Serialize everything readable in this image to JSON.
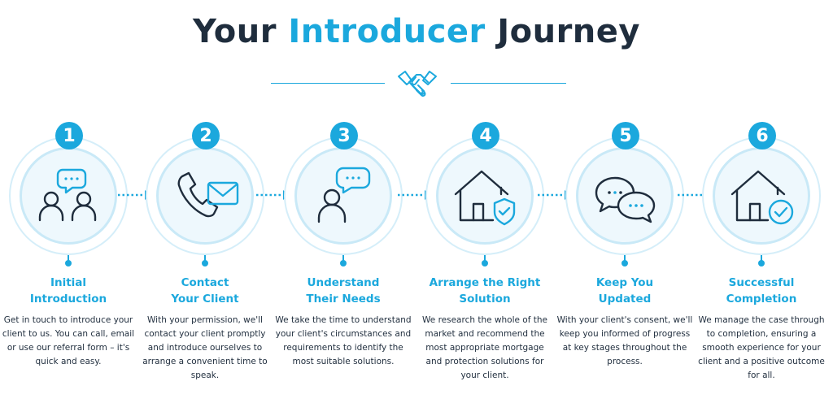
{
  "header": {
    "title_prefix": "Your",
    "title_accent": "Introducer",
    "title_suffix": "Journey"
  },
  "colors": {
    "accent": "#1ba8dd",
    "text": "#1f2d3d",
    "ring": "#d5eef9"
  },
  "steps": [
    {
      "number": "1",
      "title_lines": [
        "Initial",
        "Introduction"
      ],
      "icon": "two-people-chat-icon",
      "description": "Get in touch to introduce your client to us. You can call, email or use our referral form – it's quick and easy."
    },
    {
      "number": "2",
      "title_lines": [
        "Contact",
        "Your Client"
      ],
      "icon": "phone-email-icon",
      "description": "With your permission, we'll contact your client promptly and introduce ourselves to arrange a convenient time to speak."
    },
    {
      "number": "3",
      "title_lines": [
        "Understand",
        "Their Needs"
      ],
      "icon": "person-chat-icon",
      "description": "We take the time to understand your client's circumstances and requirements to identify the most suitable solutions."
    },
    {
      "number": "4",
      "title_lines": [
        "Arrange the Right",
        "Solution"
      ],
      "icon": "house-shield-icon",
      "description": "We research the whole of the market and recommend the most appropriate mortgage and protection solutions for your client."
    },
    {
      "number": "5",
      "title_lines": [
        "Keep You",
        "Updated"
      ],
      "icon": "chat-bubbles-icon",
      "description": "With your client's consent, we'll keep you informed of progress at key stages throughout the process."
    },
    {
      "number": "6",
      "title_lines": [
        "Successful",
        "Completion"
      ],
      "icon": "house-check-icon",
      "description": "We manage the case through to completion, ensuring a smooth experience for your client and a positive outcome for all."
    }
  ]
}
